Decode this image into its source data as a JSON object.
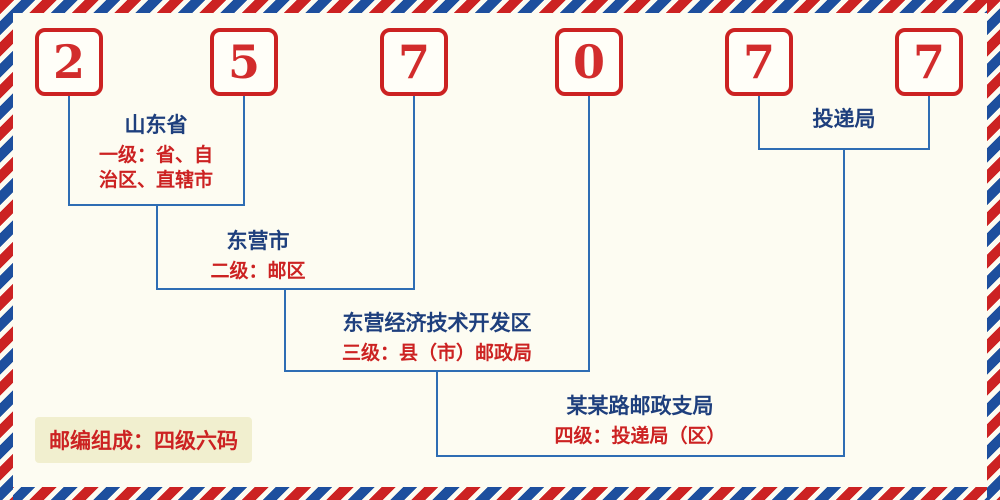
{
  "code": {
    "digits": [
      "2",
      "5",
      "7",
      "0",
      "7",
      "7"
    ]
  },
  "levels": [
    {
      "name": "山东省",
      "desc1": "一级：省、自",
      "desc2": "治区、直辖市"
    },
    {
      "name": "东营市",
      "desc": "二级：邮区"
    },
    {
      "name": "东营经济技术开发区",
      "desc": "三级：县（市）邮政局"
    },
    {
      "name": "某某路邮政支局",
      "desc": "四级：投递局（区）"
    }
  ],
  "delivery_office": "投递局",
  "badge": "邮编组成：四级六码",
  "colors": {
    "digit_red": "#d22c2c",
    "box_border_red": "#cc2222",
    "desc_red": "#cc2222",
    "place_navy": "#1e3f7d",
    "line_blue": "#2e6db4",
    "stripe_red": "#cc2222",
    "stripe_blue": "#1d4f9e",
    "background": "#fdfcf2",
    "badge_background": "#f1efcf"
  }
}
